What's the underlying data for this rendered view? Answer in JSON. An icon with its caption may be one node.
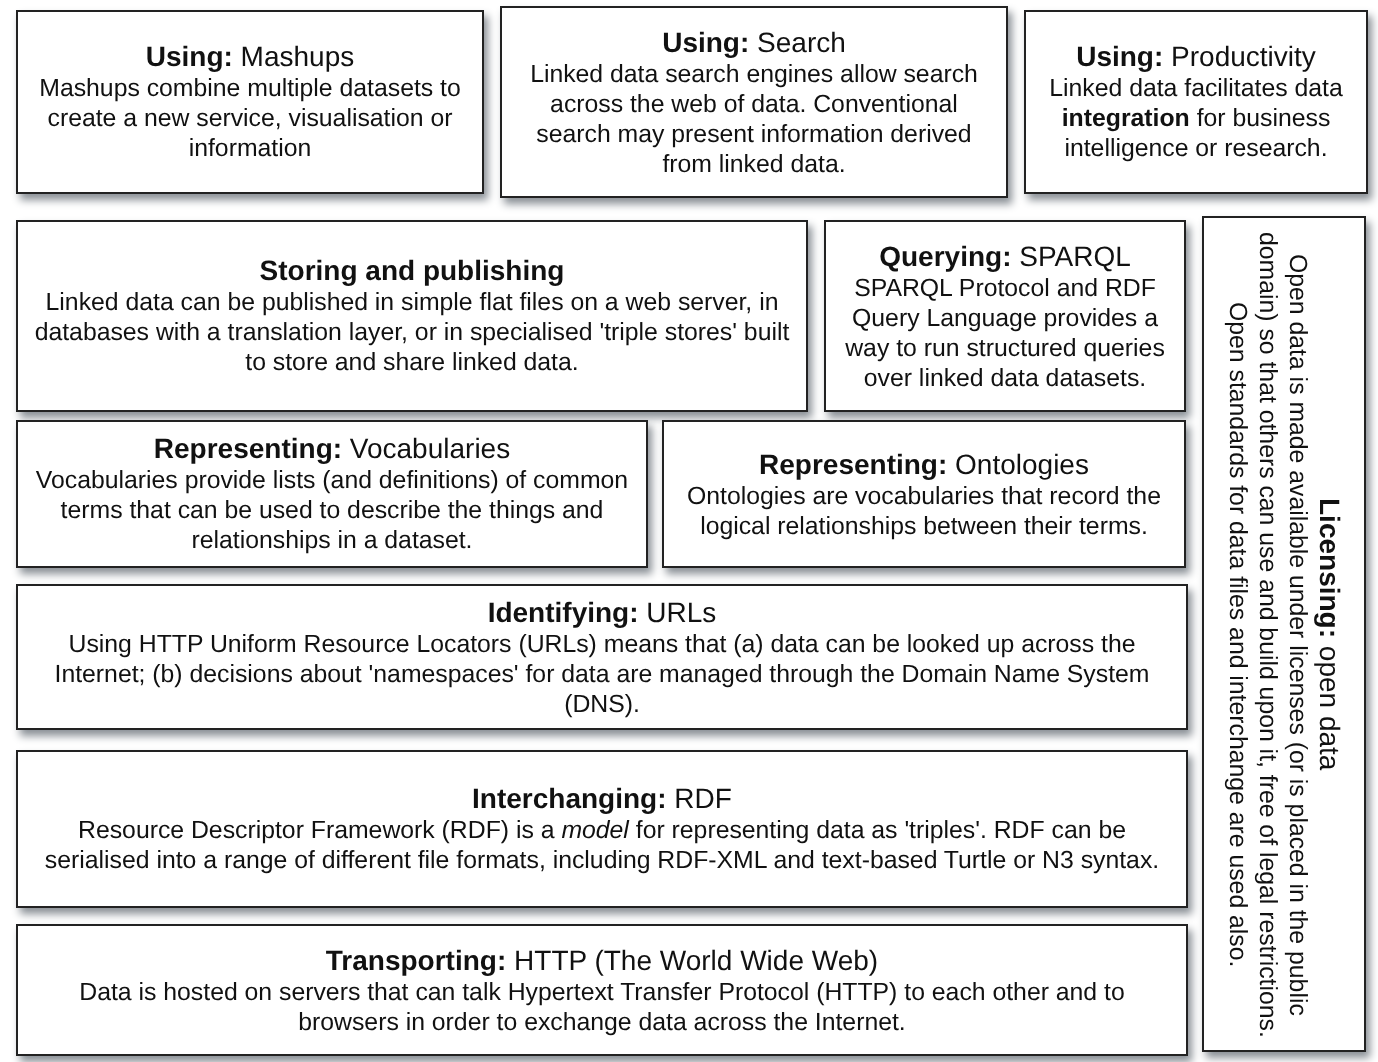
{
  "diagram": {
    "nodes": [
      {
        "text": [
          "**Using:** Mashups",
          "Mashups combine multiple datasets to create a new service, visualisation or information"
        ]
      },
      {
        "text": [
          "**Using:** Search",
          "Linked data search engines allow search across the web of data. Conventional search may present information derived from linked data."
        ]
      },
      {
        "text": [
          "**Using:** Productivity",
          "Linked data facilitates data **integration** for business intelligence or research."
        ]
      },
      {
        "text": [
          "Storing and publishing",
          "Linked data can be published in simple flat files on a web server, in databases with a translation layer, or in specialised 'triple stores' built to store and share linked data."
        ]
      },
      {
        "text": [
          "**Querying:** SPARQL",
          "SPARQL Protocol and RDF Query Language provides a way to run structured queries over linked data datasets."
        ]
      },
      {
        "text": [
          "**Representing:** Vocabularies",
          "Vocabularies provide lists (and definitions) of common terms that can be used to describe the things and relationships in a dataset."
        ]
      },
      {
        "text": [
          "**Representing:** Ontologies",
          "Ontologies are vocabularies that record the logical relationships between their terms."
        ]
      },
      {
        "text": [
          "**Identifying:** URLs",
          "Using HTTP Uniform Resource Locators (URLs) means that (a) data can be looked up across the Internet; (b) decisions about 'namespaces' for data are managed through the Domain Name System (DNS)."
        ]
      },
      {
        "text": [
          "**Interchanging:** RDF",
          "Resource Descriptor Framework (RDF) is a *model* for representing data as 'triples'. RDF can be serialised into a range of different file formats, including RDF-XML and text-based Turtle or N3 syntax."
        ]
      },
      {
        "text": [
          "**Transporting:** HTTP (The World Wide Web)",
          "Data is hosted on servers that can talk Hypertext Transfer Protocol (HTTP) to each other and to browsers in order to exchange data across the Internet."
        ]
      },
      {
        "text": [
          "**Licensing:** open data",
          "Open data is made available under licenses (or is placed in the public domain) so that others can use and build upon it, free of legal restrictions. Open standards for data files and interchange are used also."
        ]
      }
    ]
  }
}
